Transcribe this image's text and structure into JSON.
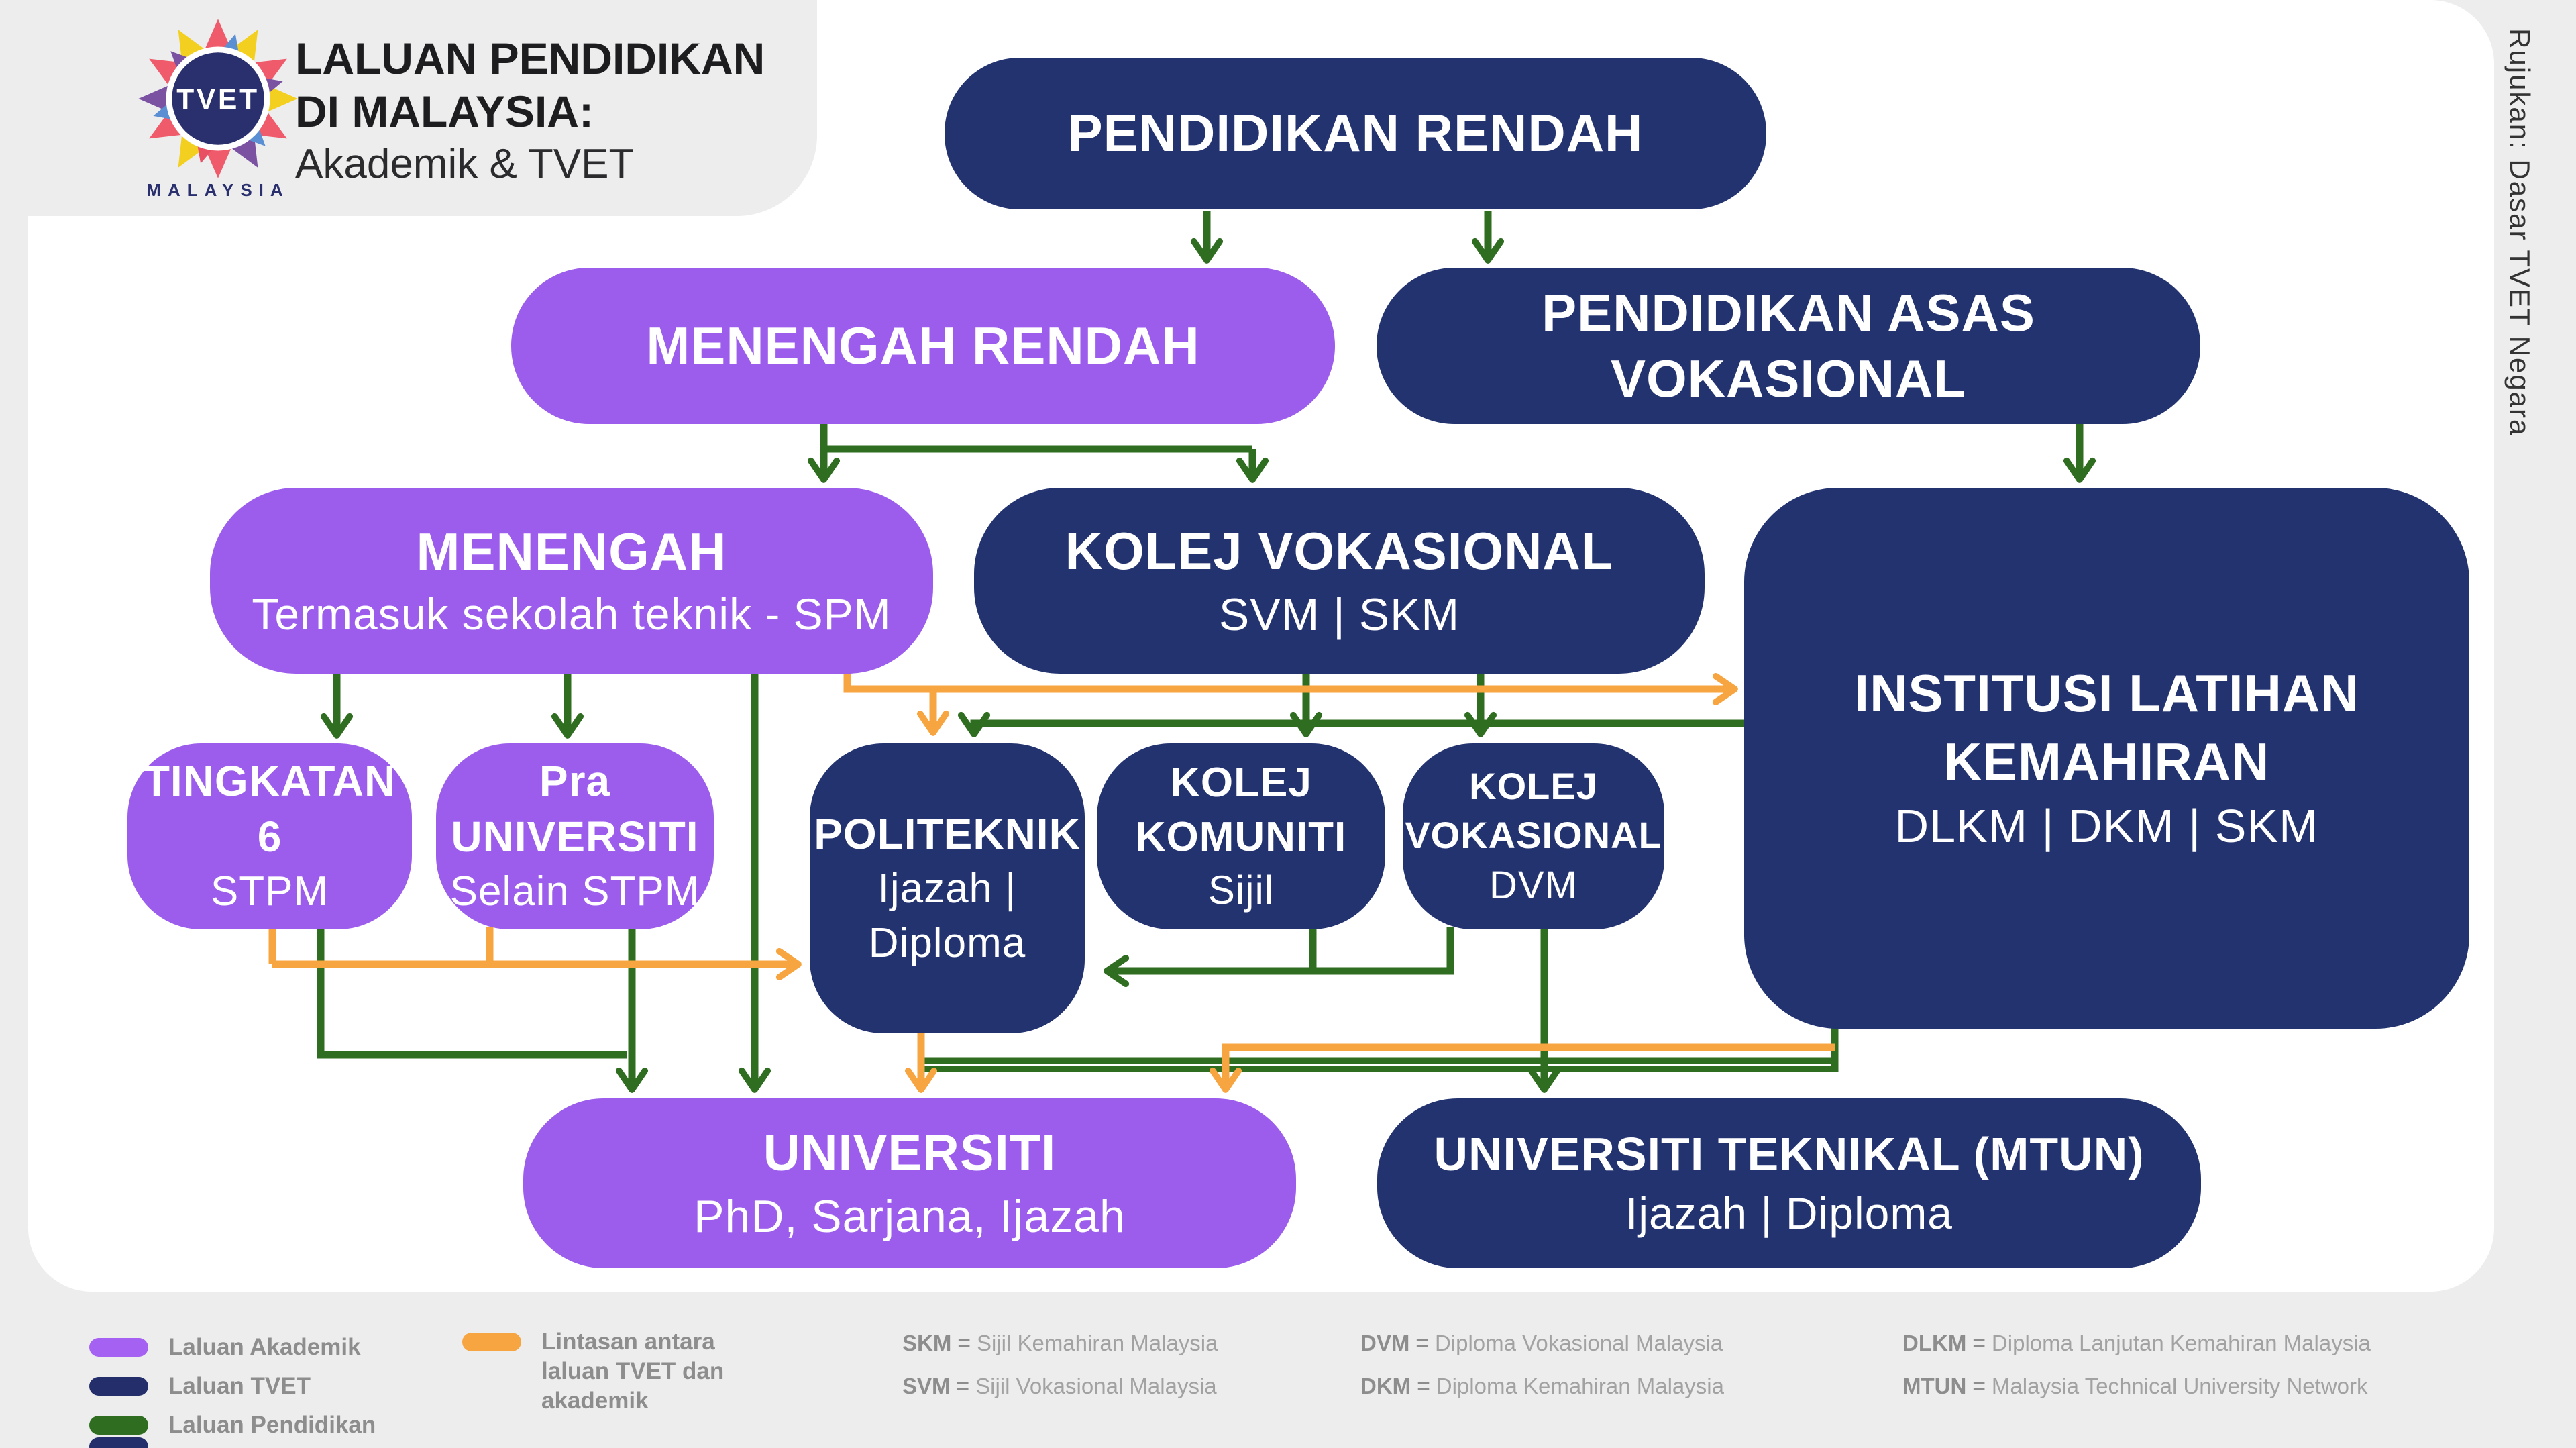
{
  "header": {
    "title": "LALUAN PENDIDIKAN\nDI MALAYSIA:",
    "subtitle": "Akademik & TVET",
    "logo_text": "TVET",
    "logo_sub": "MALAYSIA"
  },
  "reference": "Rujukan: Dasar TVET Negara",
  "flow": {
    "pendidikan_rendah": {
      "title": "PENDIDIKAN RENDAH"
    },
    "menengah_rendah": {
      "title": "MENENGAH RENDAH"
    },
    "pendidikan_asas_vokasional": {
      "title": "PENDIDIKAN ASAS\nVOKASIONAL"
    },
    "menengah": {
      "title": "MENENGAH",
      "subtitle": "Termasuk sekolah teknik - SPM"
    },
    "kolej_vokasional": {
      "title": "KOLEJ VOKASIONAL",
      "subtitle": "SVM | SKM"
    },
    "institusi_latihan_kemahiran": {
      "title": "INSTITUSI LATIHAN\nKEMAHIRAN",
      "subtitle": "DLKM | DKM | SKM"
    },
    "tingkatan_6": {
      "title": "TINGKATAN\n6",
      "subtitle": "STPM"
    },
    "pra_universiti": {
      "title": "Pra\nUNIVERSITI",
      "subtitle": "Selain STPM"
    },
    "politeknik": {
      "title": "POLITEKNIK",
      "subtitle": "Ijazah |\nDiploma"
    },
    "kolej_komuniti": {
      "title": "KOLEJ\nKOMUNITI",
      "subtitle": "Sijil"
    },
    "kolej_vokasional_dvm": {
      "title": "KOLEJ\nVOKASIONAL",
      "subtitle": "DVM"
    },
    "universiti": {
      "title": "UNIVERSITI",
      "subtitle": "PhD, Sarjana, Ijazah"
    },
    "universiti_teknikal": {
      "title": "UNIVERSITI TEKNIKAL (MTUN)",
      "subtitle": "Ijazah | Diploma"
    }
  },
  "legend": {
    "items": [
      {
        "label": "Laluan Akademik",
        "color": "#a561f2"
      },
      {
        "label": "Laluan TVET",
        "color": "#232e6a"
      },
      {
        "label": "Laluan Pendidikan",
        "color": "#2f6d20"
      },
      {
        "label": "Lintasan antara\nlaluan TVET dan\nakademik",
        "color": "#f7a540"
      }
    ]
  },
  "abbreviations": [
    {
      "key": "SKM =",
      "value": "Sijil Kemahiran Malaysia"
    },
    {
      "key": "SVM =",
      "value": "Sijil Vokasional Malaysia"
    },
    {
      "key": "DVM =",
      "value": "Diploma Vokasional Malaysia"
    },
    {
      "key": "DKM =",
      "value": "Diploma Kemahiran Malaysia"
    },
    {
      "key": "DLKM =",
      "value": "Diploma Lanjutan Kemahiran Malaysia"
    },
    {
      "key": "MTUN =",
      "value": "Malaysia Technical University Network"
    }
  ],
  "colors": {
    "academic_purple": "#9c5ded",
    "tvet_navy": "#233370",
    "education_green": "#2f6d20",
    "crossover_orange": "#f7a540"
  }
}
